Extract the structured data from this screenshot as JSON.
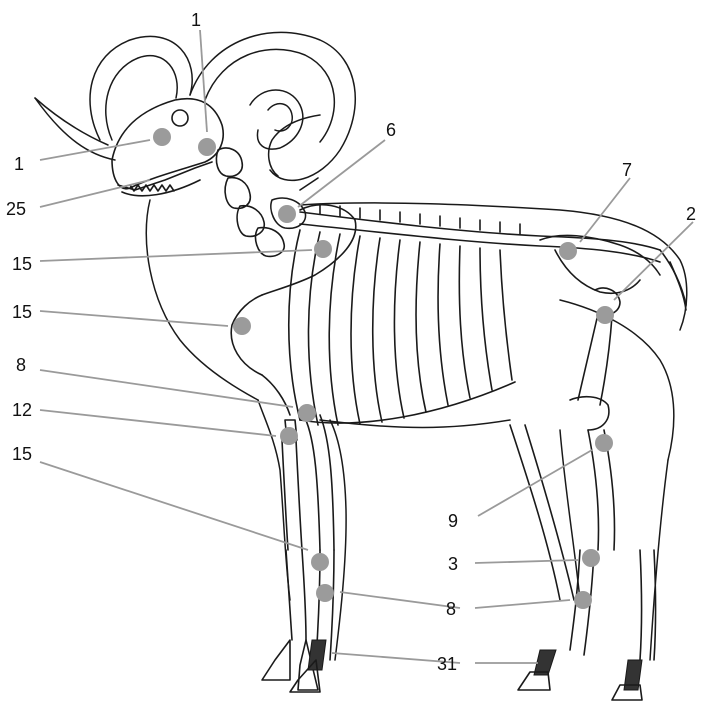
{
  "labels": {
    "skull_left": "1",
    "skull_top": "1",
    "jaw": "25",
    "cervical": "6",
    "scapula_upper": "15",
    "scapula_lower": "15",
    "elbow": "8",
    "carpus": "12",
    "fore_metacarpal": "15",
    "pelvis": "7",
    "hip": "2",
    "hock": "9",
    "hind_metatarsal": "3",
    "fore_fetlock": "8",
    "hoof": "31"
  },
  "colors": {
    "marker": "#9b9b9b",
    "leader": "#9a9a9a",
    "line": "#1a1a1a"
  }
}
